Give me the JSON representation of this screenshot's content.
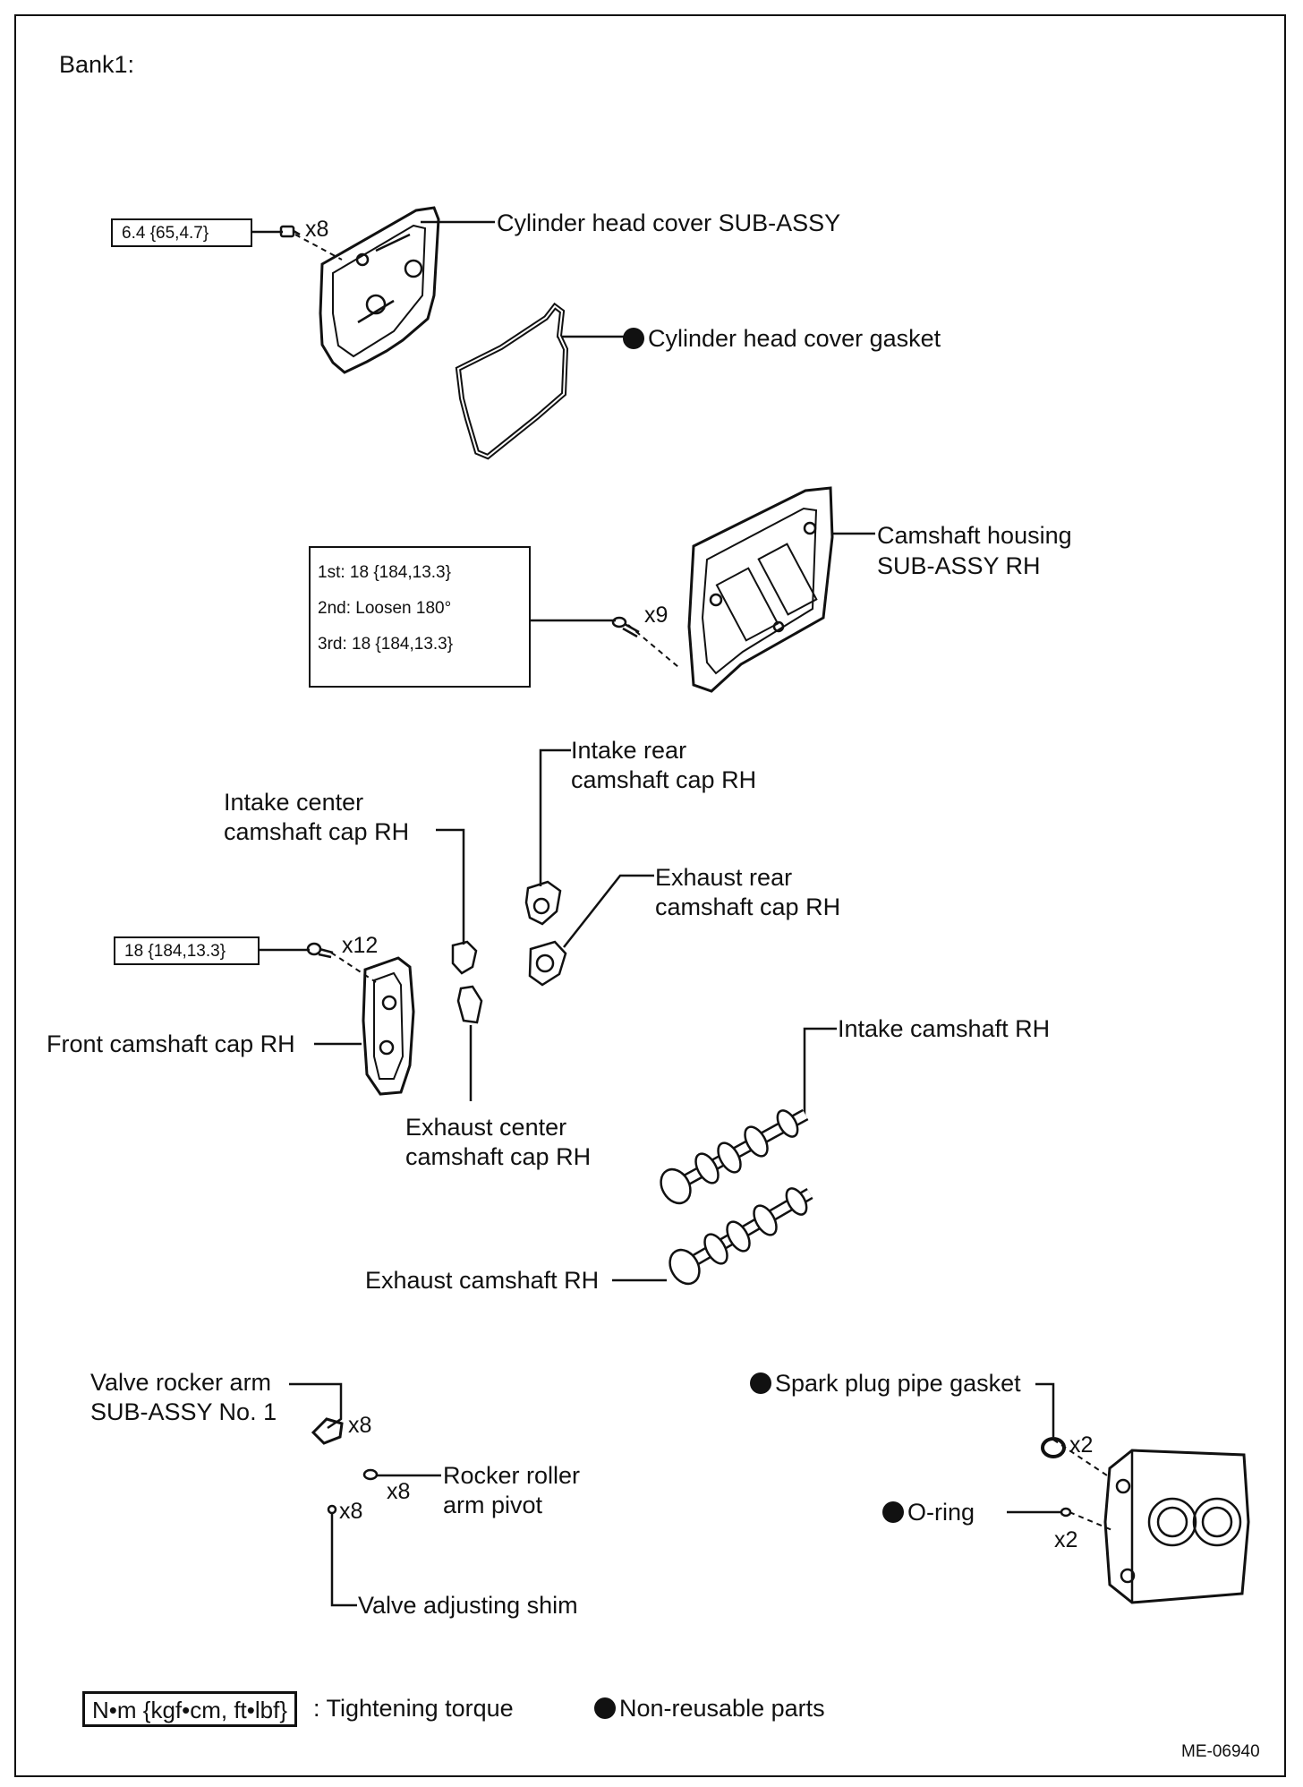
{
  "bank_title": "Bank1:",
  "torque": {
    "head_cover": "6.4 {65,4.7}",
    "housing": {
      "first": "1st: 18 {184,13.3}",
      "second": "2nd: Loosen 180°",
      "third": "3rd:  18 {184,13.3}"
    },
    "front_cap": "18 {184,13.3}"
  },
  "quantities": {
    "head_cover_bolts": "x8",
    "housing_bolts": "x9",
    "front_cap_bolts": "x12",
    "rocker_arm": "x8",
    "pivot": "x8",
    "shim": "x8",
    "spark_gasket": "x2",
    "o_ring": "x2"
  },
  "labels": {
    "cylinder_head_cover": "Cylinder head cover SUB-ASSY",
    "cylinder_head_cover_gasket": "Cylinder head cover gasket",
    "camshaft_housing_1": "Camshaft housing",
    "camshaft_housing_2": "SUB-ASSY RH",
    "intake_rear_1": "Intake rear",
    "intake_rear_2": "camshaft cap RH",
    "intake_center_1": "Intake center",
    "intake_center_2": "camshaft cap RH",
    "exhaust_rear_1": "Exhaust rear",
    "exhaust_rear_2": "camshaft cap RH",
    "front_cap": "Front camshaft cap RH",
    "exhaust_center_1": "Exhaust center",
    "exhaust_center_2": "camshaft cap RH",
    "intake_camshaft": "Intake camshaft RH",
    "exhaust_camshaft": "Exhaust camshaft RH",
    "rocker_arm_1": "Valve rocker arm",
    "rocker_arm_2": "SUB-ASSY No. 1",
    "pivot_1": "Rocker roller",
    "pivot_2": "arm pivot",
    "shim": "Valve adjusting shim",
    "spark_plug_gasket": "Spark plug pipe gasket",
    "o_ring": "O-ring"
  },
  "legend": {
    "torque_unit": "N•m {kgf•cm, ft•lbf}",
    "torque_text": ": Tightening torque",
    "nonreusable_text": "Non-reusable parts"
  },
  "figure_code": "ME-06940"
}
